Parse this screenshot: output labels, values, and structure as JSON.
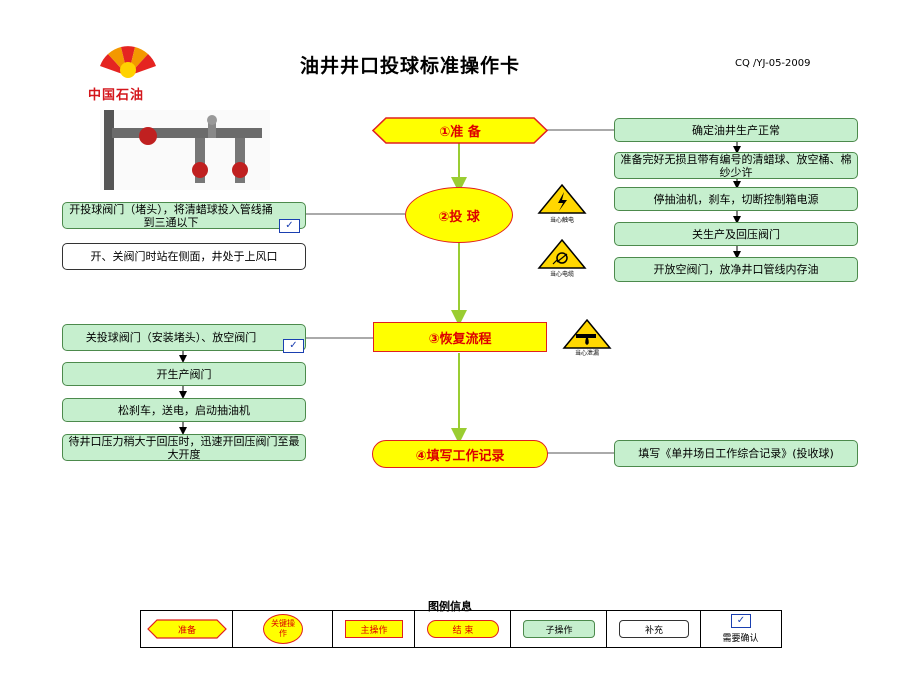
{
  "header": {
    "title": "油井井口投球标准操作卡",
    "code": "CQ /YJ-05-2009",
    "logo_text": "中国石油"
  },
  "main_steps": [
    {
      "label": "①准  备",
      "shape": "hexagon"
    },
    {
      "label": "②投  球",
      "shape": "circle"
    },
    {
      "label": "③恢复流程",
      "shape": "rectangle"
    },
    {
      "label": "④填写工作记录",
      "shape": "oval"
    }
  ],
  "right_ops": [
    "确定油井生产正常",
    "准备完好无损且带有编号的清蜡球、放空桶、棉纱少许",
    "停抽油机，刹车，切断控制箱电源",
    "关生产及回压阀门",
    "开放空阀门，放净井口管线内存油",
    "填写《单井场日工作综合记录》(投收球)"
  ],
  "left_ops": [
    "开投球阀门（堵头），将清蜡球投入管线捅到三通以下",
    "关投球阀门（安装堵头）、放空阀门",
    "开生产阀门",
    "松刹车，送电，启动抽油机",
    "待井口压力稍大于回压时，迅速开回压阀门至最大开度"
  ],
  "notes": [
    "开、关阀门时站在侧面，井处于上风口"
  ],
  "warnings": [
    "当心触电",
    "当心电缆",
    "当心泄漏"
  ],
  "legend": {
    "title": "图例信息",
    "items": [
      "准备",
      "关键操作",
      "主操作",
      "结  束",
      "子操作",
      "补充",
      "需要确认"
    ]
  },
  "colors": {
    "yellow": "#ffff00",
    "red_border": "#e02020",
    "green_fill": "#c6efce",
    "green_line": "#9acd32",
    "checkbox_blue": "#1a3fb0"
  }
}
